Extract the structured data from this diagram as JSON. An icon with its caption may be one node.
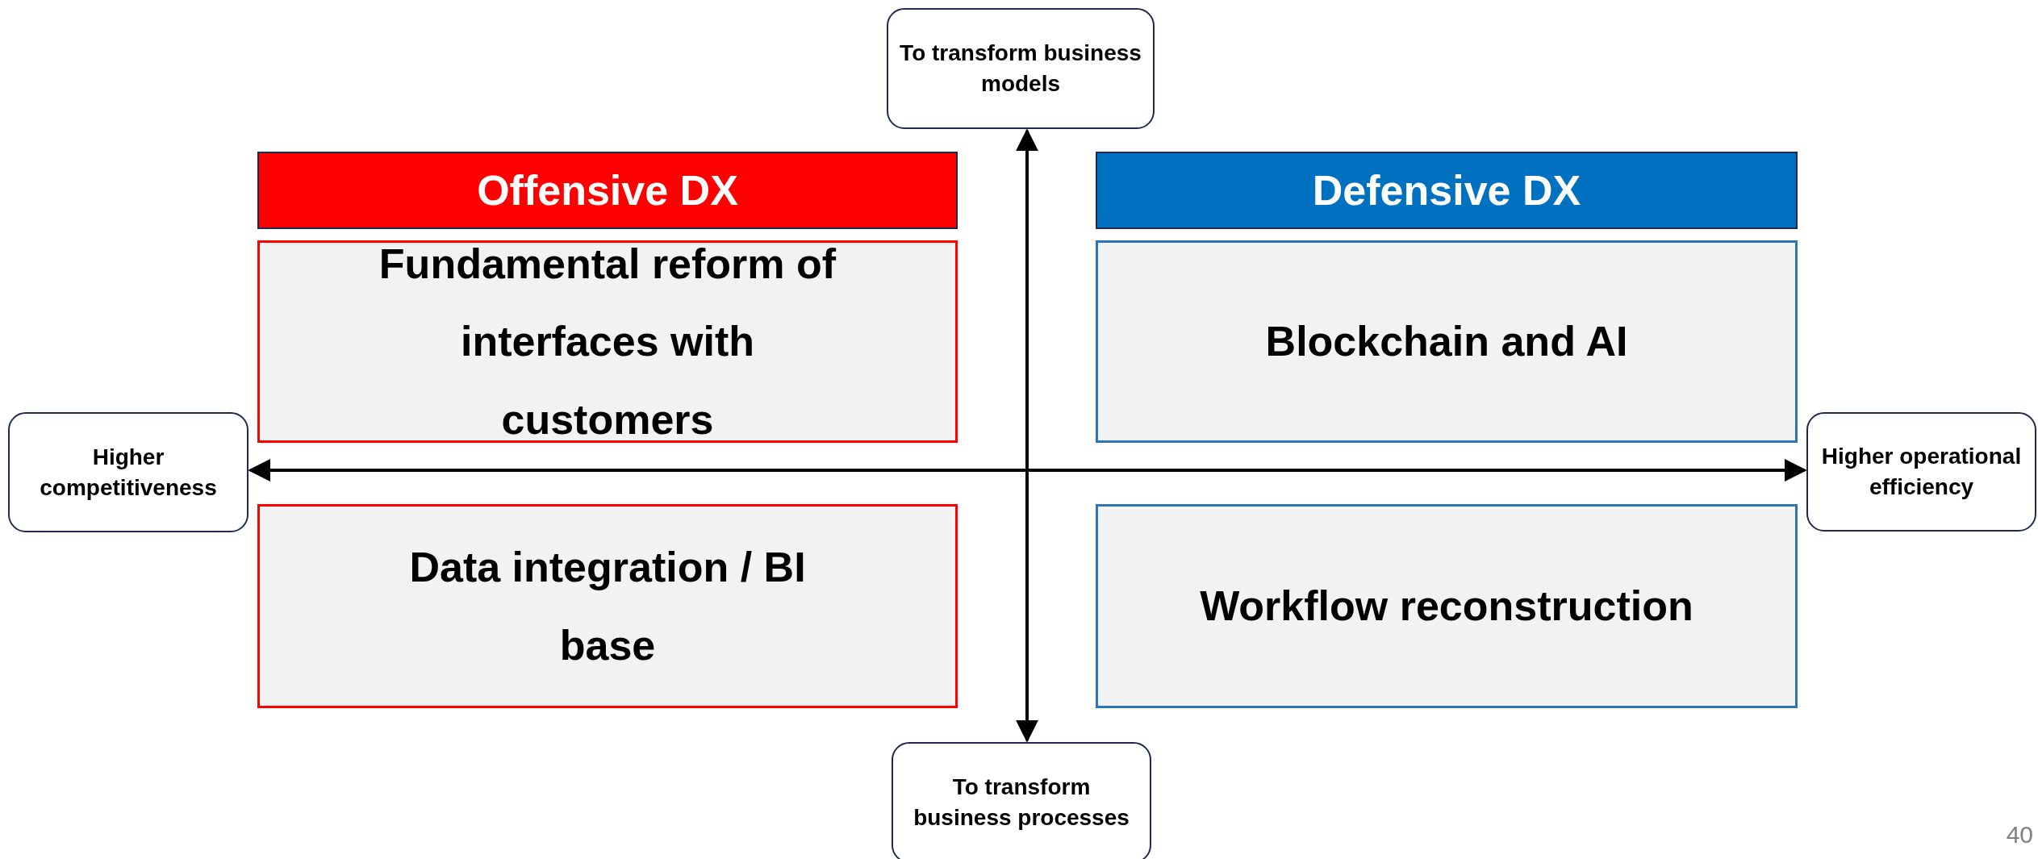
{
  "diagram": {
    "nodes": [
      {
        "text": [
          "To transform business models"
        ]
      },
      {
        "text": [
          "Offensive DX"
        ]
      },
      {
        "text": [
          "Defensive DX"
        ]
      },
      {
        "text": [
          "Fundamental reform of interfaces with customers"
        ]
      },
      {
        "text": [
          "Blockchain and AI"
        ]
      },
      {
        "text": [
          "Higher competitiveness"
        ]
      },
      {
        "text": [
          "Higher operational efficiency"
        ]
      },
      {
        "text": [
          "Data integration / BI base"
        ]
      },
      {
        "text": [
          "Workflow reconstruction"
        ]
      },
      {
        "text": [
          "To transform business processes"
        ]
      }
    ],
    "edges": [
      {
        "from": 0,
        "to": 9,
        "arrow": "both"
      },
      {
        "from": 5,
        "to": 6,
        "arrow": "both"
      }
    ],
    "labels": [
      "40"
    ]
  }
}
